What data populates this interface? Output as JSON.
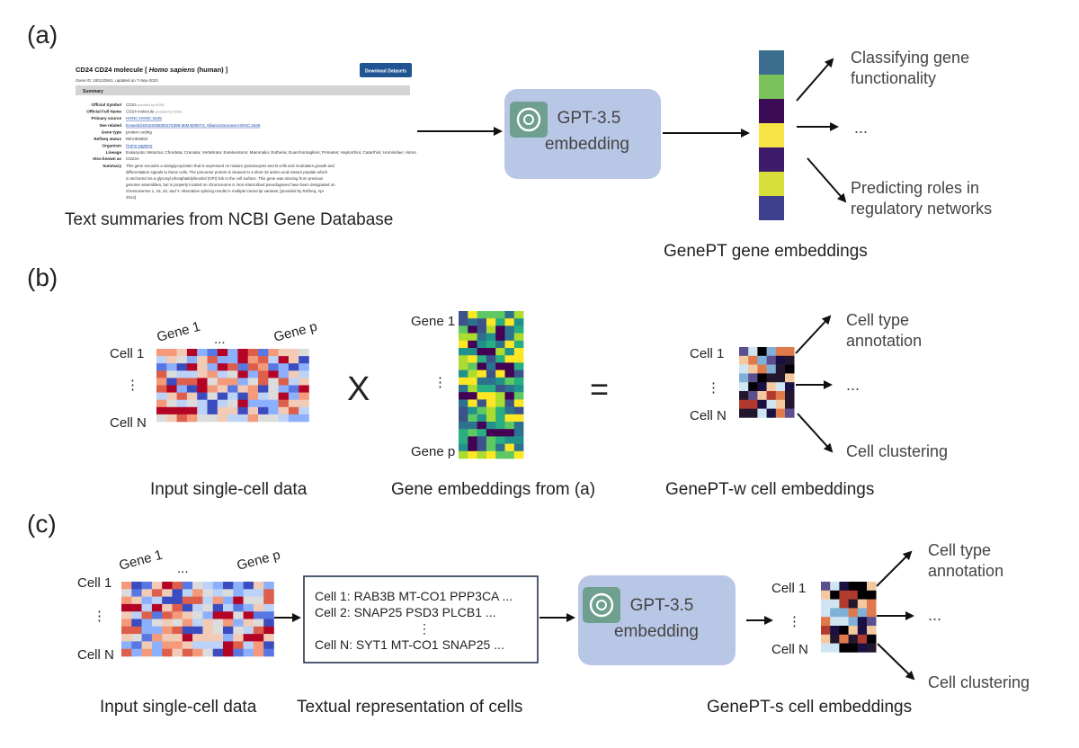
{
  "panel_a": {
    "tag": "(a)",
    "ncbi": {
      "title_prefix": "CD24   CD24 molecule [",
      "title_italic": "Homo sapiens",
      "title_suffix": "(human) ]",
      "gene_id_line": "Gene ID: 100133941, updated on 7-Sep-2023",
      "download_button": "Download Datasets",
      "section_header": "Summary",
      "fields": [
        {
          "label": "Official Symbol",
          "value": "CD24",
          "note": "provided by HGNC"
        },
        {
          "label": "Official Full Name",
          "value": "CD24 molecule",
          "note": "provided by HGNC"
        },
        {
          "label": "Primary source",
          "value": "HGNC:HGNC:1645",
          "note": ""
        },
        {
          "label": "See related",
          "value": "Ensembl:ENSG00000272398 MIM:600074; AllianceGenome:HGNC:1645",
          "note": ""
        },
        {
          "label": "Gene type",
          "value": "protein coding",
          "note": ""
        },
        {
          "label": "RefSeq status",
          "value": "REVIEWED",
          "note": ""
        },
        {
          "label": "Organism",
          "value": "Homo sapiens",
          "note": ""
        },
        {
          "label": "Lineage",
          "value": "Eukaryota; Metazoa; Chordata; Craniata; Vertebrata; Euteleostomi; Mammalia; Eutheria; Euarchontoglires; Primates; Haplorrhini; Catarrhini; Hominidae; Homo",
          "note": ""
        },
        {
          "label": "Also known as",
          "value": "CD24A",
          "note": ""
        },
        {
          "label": "Summary",
          "value": "This gene encodes a sialoglycoprotein that is expressed on mature granulocytes and B cells and modulates growth and differentiation signals to these cells. The precursor protein is cleaved to a short 32 amino acid mature peptide which is anchored via a glycosyl phosphatidylinositol (GPI) link to the cell surface. This gene was missing from previous genome assemblies, but is properly located on chromosome 6. Non-transcribed pseudogenes have been designated on chromosomes 1, 15, 20, and Y. Alternative splicing results in multiple transcript variants. [provided by RefSeq, Apr 2014]",
          "note": ""
        }
      ]
    },
    "ncbi_caption": "Text summaries from NCBI Gene Database",
    "gpt_box_line1": "GPT-3.5",
    "gpt_box_line2": "embedding",
    "embedding_caption": "GenePT gene embeddings",
    "out_top": [
      "Classifying gene",
      "functionality"
    ],
    "out_mid": "...",
    "out_bot": [
      "Predicting roles in",
      "regulatory networks"
    ],
    "vector_colors": [
      "#3b6e8f",
      "#7ac25a",
      "#3a0a54",
      "#f7e547",
      "#3e1a6a",
      "#d8df3a",
      "#3f3f8f"
    ]
  },
  "panel_b": {
    "tag": "(b)",
    "cell1": "Cell 1",
    "celldots": "⋮",
    "cellN": "Cell N",
    "gene1": "Gene 1",
    "genedots": "...",
    "genep": "Gene p",
    "times": "X",
    "equals": "=",
    "emb_gene1": "Gene 1",
    "emb_dots": "⋮",
    "emb_genep": "Gene p",
    "out_cell1": "Cell 1",
    "out_dots": "⋮",
    "out_cellN": "Cell N",
    "caption_input": "Input single-cell data",
    "caption_emb": "Gene embeddings from (a)",
    "caption_out": "GenePT-w cell embeddings",
    "res_top": [
      "Cell type",
      "annotation"
    ],
    "res_mid": "...",
    "res_bot": "Cell clustering"
  },
  "panel_c": {
    "tag": "(c)",
    "cell1": "Cell 1",
    "celldots": "⋮",
    "cellN": "Cell N",
    "gene1": "Gene 1",
    "genedots": "...",
    "genep": "Gene p",
    "text_lines": [
      "Cell 1: RAB3B MT-CO1 PPP3CA ...",
      "Cell 2: SNAP25 PSD3 PLCB1 ...",
      "⋮",
      "Cell N: SYT1 MT-CO1 SNAP25 ..."
    ],
    "gpt_box_line1": "GPT-3.5",
    "gpt_box_line2": "embedding",
    "out_cell1": "Cell 1",
    "out_dots": "⋮",
    "out_cellN": "Cell N",
    "caption_input": "Input single-cell data",
    "caption_text": "Textual representation of cells",
    "caption_out": "GenePT-s cell embeddings",
    "res_top": [
      "Cell type",
      "annotation"
    ],
    "res_mid": "...",
    "res_bot": "Cell clustering"
  },
  "colors": {
    "gpt_box": "#b9c7e6",
    "logo_bg": "#6fa08f",
    "arrow": "#111111",
    "heat_coolwarm": [
      "#b40426",
      "#dd5f4b",
      "#f49a7b",
      "#f2cbb7",
      "#dcdcdc",
      "#bcd2f7",
      "#8db0fe",
      "#5977e3",
      "#3b4cc0"
    ],
    "heat_viridis": [
      "#440154",
      "#3b528b",
      "#2c728e",
      "#21918c",
      "#28ae80",
      "#5ec962",
      "#addc30",
      "#fde725"
    ],
    "heat_mixed": [
      "#000004",
      "#1b1044",
      "#5b4f8f",
      "#7fb0d8",
      "#cfe6f2",
      "#f5c9a0",
      "#e07a4b",
      "#b03a2e",
      "#23172e"
    ]
  }
}
